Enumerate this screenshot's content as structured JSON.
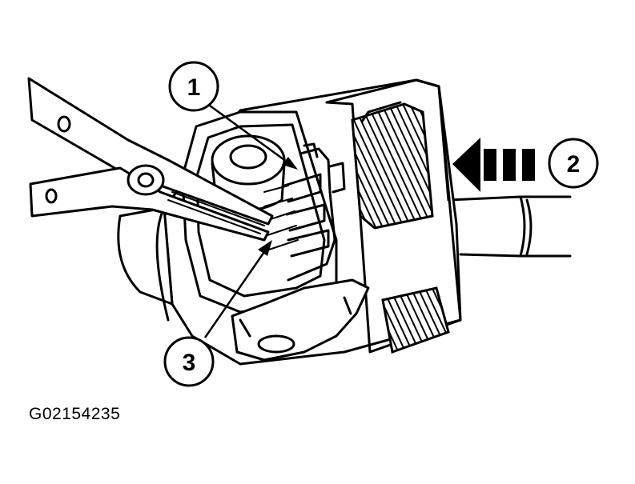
{
  "callouts": [
    {
      "label": "1"
    },
    {
      "label": "2"
    },
    {
      "label": "3"
    }
  ],
  "figure_id": "G02154235",
  "colors": {
    "ink": "#000000",
    "paper": "#ffffff"
  }
}
